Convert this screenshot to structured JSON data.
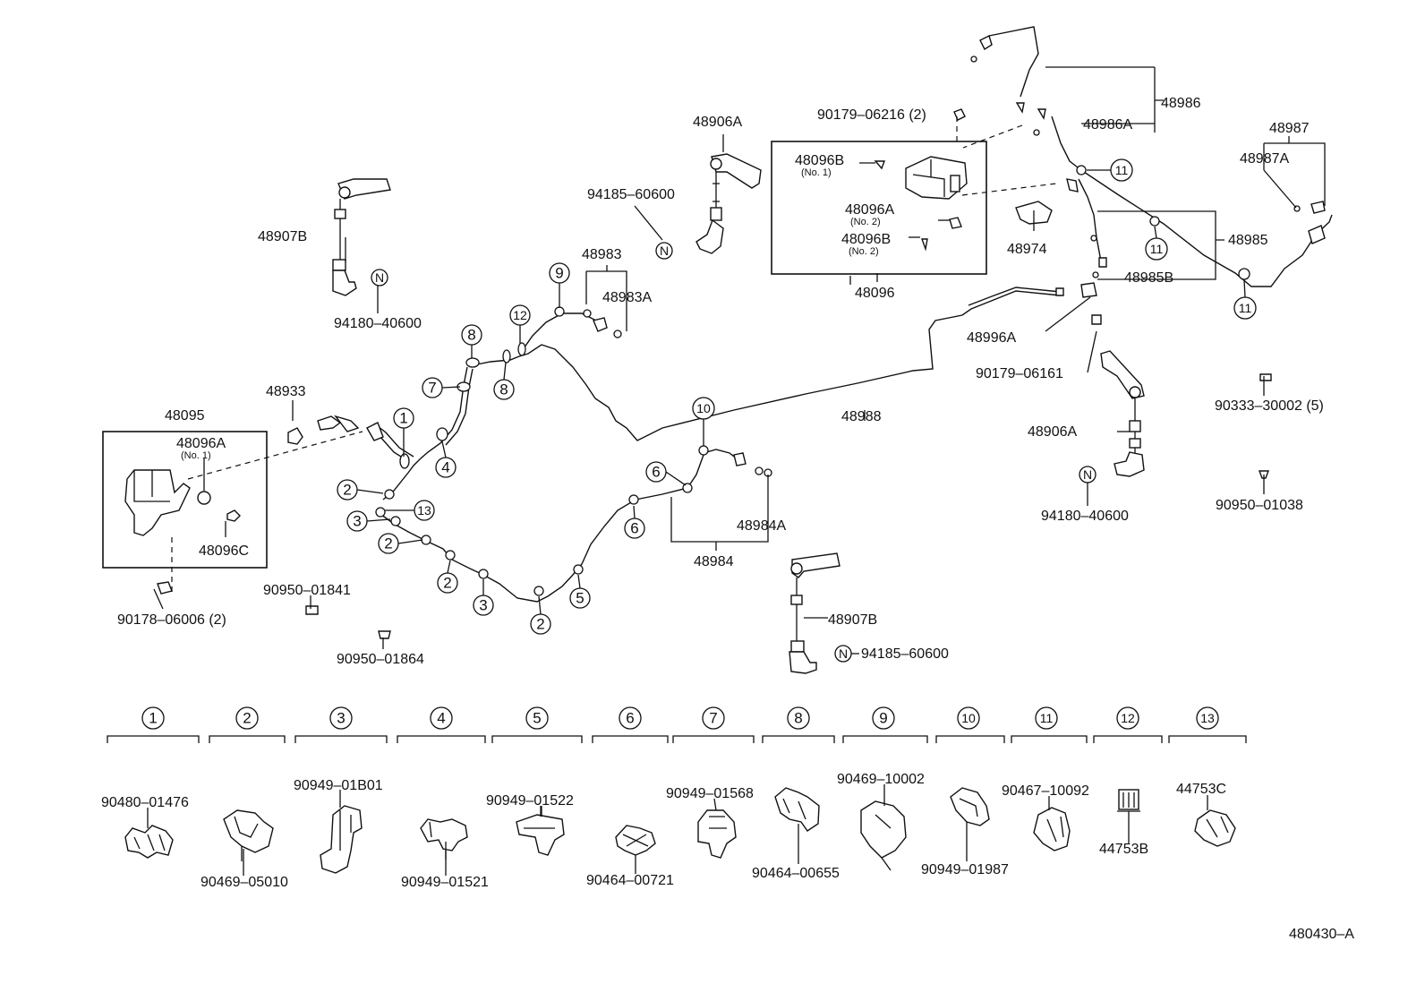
{
  "diagram_id": "480430–A",
  "parts": {
    "p48986": "48986",
    "p48986A": "48986A",
    "p48987": "48987",
    "p48987A": "48987A",
    "p48985": "48985",
    "p48985B": "48985B",
    "p48974": "48974",
    "p48906A_top": "48906A",
    "p48906A_right": "48906A",
    "p48907B_left": "48907B",
    "p48907B_bottom": "48907B",
    "p48983": "48983",
    "p48983A": "48983A",
    "p48984": "48984",
    "p48984A": "48984A",
    "p48988": "48988",
    "p48996A": "48996A",
    "p48933": "48933",
    "p48095": "48095",
    "p48096": "48096",
    "p48096A_box1": "48096A",
    "p48096A_box1_note": "(No. 1)",
    "p48096C": "48096C",
    "p48096B_1": "48096B",
    "p48096B_1_note": "(No. 1)",
    "p48096A_2": "48096A",
    "p48096A_2_note": "(No. 2)",
    "p48096B_2": "48096B",
    "p48096B_2_note": "(No. 2)",
    "p90179_06216": "90179–06216 (2)",
    "p90179_06161": "90179–06161",
    "p94185_60600_top": "94185–60600",
    "p94185_60600_bottom": "94185–60600",
    "p94180_40600_left": "94180–40600",
    "p94180_40600_right": "94180–40600",
    "p90333_30002": "90333–30002 (5)",
    "p90950_01038": "90950–01038",
    "p90950_01841": "90950–01841",
    "p90950_01864": "90950–01864",
    "p90178_06006": "90178–06006 (2)"
  },
  "marker_n": "N",
  "callouts": [
    "1",
    "2",
    "3",
    "4",
    "5",
    "6",
    "7",
    "8",
    "9",
    "10",
    "11",
    "12",
    "13"
  ],
  "clips": [
    {
      "idx": "1",
      "part": "90480–01476"
    },
    {
      "idx": "2",
      "part": "90469–05010"
    },
    {
      "idx": "3",
      "part": "90949–01B01"
    },
    {
      "idx": "4",
      "part": "90949–01521"
    },
    {
      "idx": "5",
      "part": "90949–01522"
    },
    {
      "idx": "6",
      "part": "90464–00721"
    },
    {
      "idx": "7",
      "part": "90949–01568"
    },
    {
      "idx": "8",
      "part": "90464–00655"
    },
    {
      "idx": "9",
      "part": "90469–10002"
    },
    {
      "idx": "10",
      "part": "90949–01987"
    },
    {
      "idx": "11",
      "part": "90467–10092"
    },
    {
      "idx": "12",
      "part": "44753B"
    },
    {
      "idx": "13",
      "part": "44753C"
    }
  ]
}
